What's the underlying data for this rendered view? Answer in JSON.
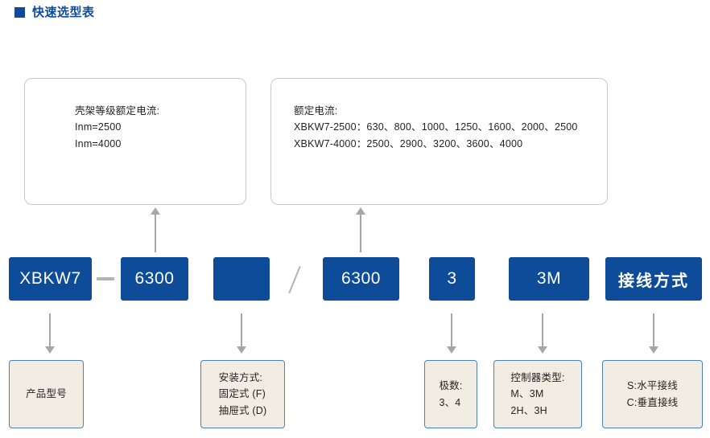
{
  "header": {
    "marker_icon": "blue-square-icon",
    "title": "快速选型表",
    "accent_color": "#0e4c9a"
  },
  "colors": {
    "code_box_blue": "#0e4c9a",
    "detail_box_fill": "#f2ede3",
    "detail_box_border": "#4a7fc1",
    "panel_border": "#c9c9c9",
    "arrow_gray": "#a6a6a6",
    "separator_gray": "#b3b3b3"
  },
  "top_panels": [
    {
      "name": "frame-rated-current",
      "text": "壳架等级额定电流:\nInm=2500\nInm=4000"
    },
    {
      "name": "rated-current",
      "text": "额定电流:\nXBKW7-2500：630、800、1000、1250、1600、2000、2500\nXBKW7-4000：2500、2900、3200、3600、4000"
    }
  ],
  "code_boxes": [
    {
      "name": "product-series",
      "label": "XBKW7"
    },
    {
      "name": "frame-rating",
      "label": "6300"
    },
    {
      "name": "mounting-type",
      "label": ""
    },
    {
      "name": "rated-current-code",
      "label": "6300"
    },
    {
      "name": "pole-count",
      "label": "3"
    },
    {
      "name": "controller-type",
      "label": "3M"
    },
    {
      "name": "wiring-method",
      "label": "接线方式"
    }
  ],
  "separators": [
    {
      "name": "dash-separator",
      "glyph": "—"
    },
    {
      "name": "slash-separator",
      "glyph": "/"
    }
  ],
  "detail_boxes": [
    {
      "name": "product-model",
      "text": "产品型号"
    },
    {
      "name": "mounting-method",
      "text": "安装方式:\n固定式 (F)\n抽屉式 (D)"
    },
    {
      "name": "poles",
      "text": "极数:\n3、4"
    },
    {
      "name": "controller-types",
      "text": "控制器类型:\nM、3M\n2H、3H"
    },
    {
      "name": "wiring-options",
      "text": "S:水平接线\nC:垂直接线"
    }
  ]
}
